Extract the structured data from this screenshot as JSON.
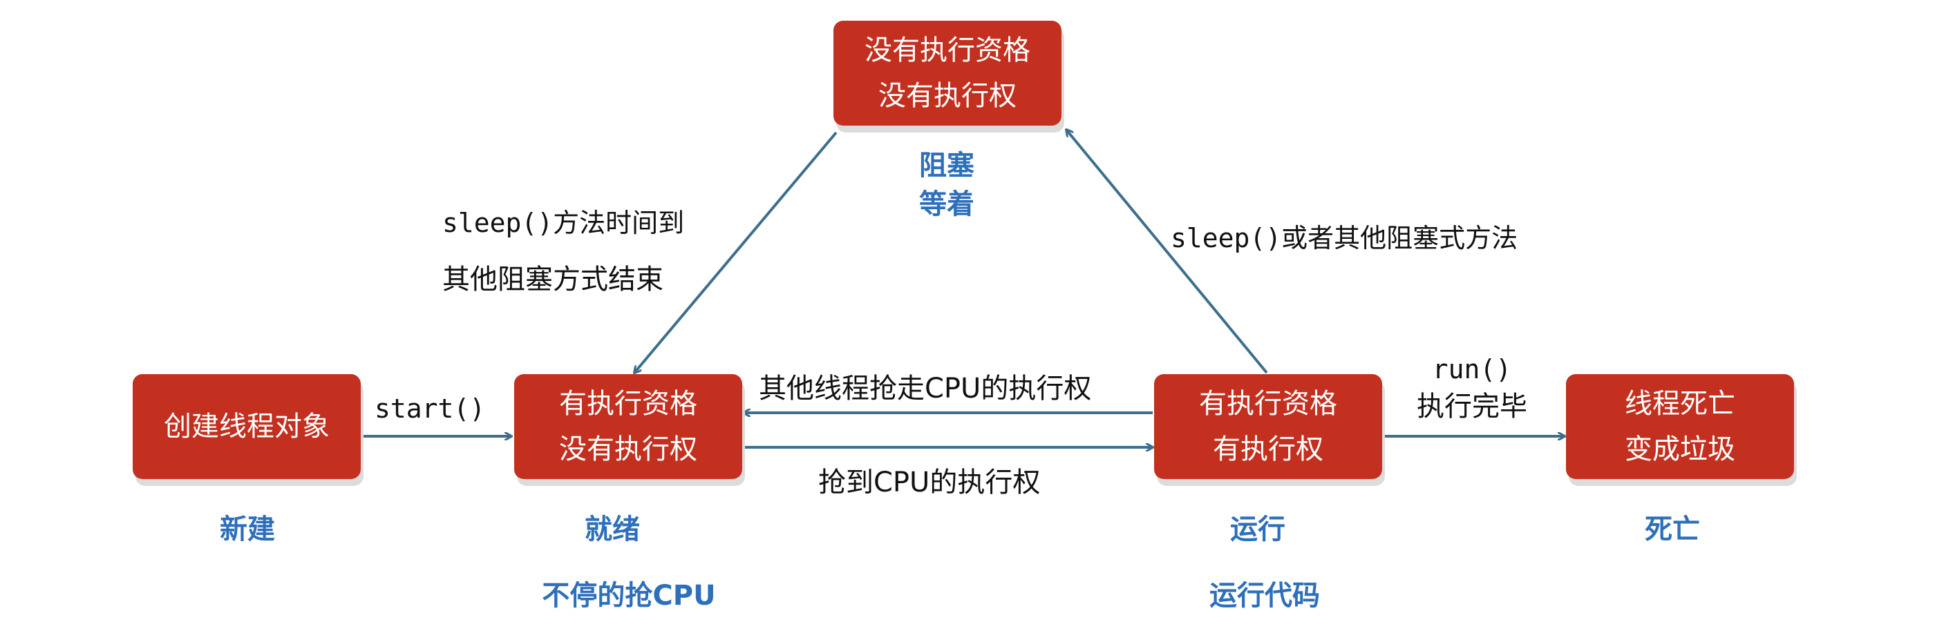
{
  "boxes": {
    "blocked": {
      "line1": "没有执行资格",
      "line2": "没有执行权"
    },
    "new": {
      "line1": "创建线程对象"
    },
    "ready": {
      "line1": "有执行资格",
      "line2": "没有执行权"
    },
    "running": {
      "line1": "有执行资格",
      "line2": "有执行权"
    },
    "dead": {
      "line1": "线程死亡",
      "line2": "变成垃圾"
    }
  },
  "states": {
    "blocked": {
      "line1": "阻塞",
      "line2": "等着"
    },
    "new": "新建",
    "ready": "就绪",
    "ready_desc": "不停的抢CPU",
    "running": "运行",
    "running_desc": "运行代码",
    "dead": "死亡"
  },
  "edges": {
    "start": "start()",
    "blocked_to_ready_1": "sleep()方法时间到",
    "blocked_to_ready_2": "其他阻塞方式结束",
    "running_to_blocked": "sleep()或者其他阻塞式方法",
    "running_to_ready": "其他线程抢走CPU的执行权",
    "ready_to_running": "抢到CPU的执行权",
    "run_done_1": "run()",
    "run_done_2": "执行完毕"
  },
  "colors": {
    "box_fill": "#c3301f",
    "state_text": "#2e6fba",
    "arrow": "#3d6f8c"
  }
}
